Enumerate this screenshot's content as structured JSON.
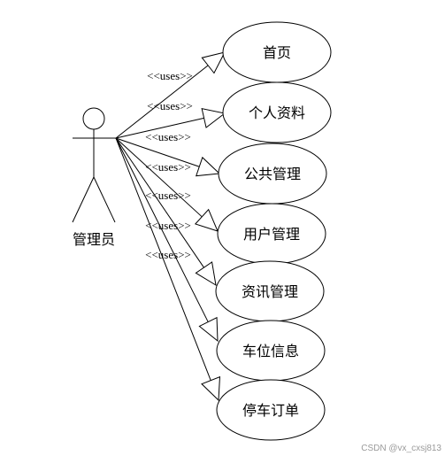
{
  "actor": {
    "label": "管理员"
  },
  "stereotype": "<<uses>>",
  "use_cases": [
    {
      "label": "首页"
    },
    {
      "label": "个人资料"
    },
    {
      "label": "公共管理"
    },
    {
      "label": "用户管理"
    },
    {
      "label": "资讯管理"
    },
    {
      "label": "车位信息"
    },
    {
      "label": "停车订单"
    }
  ],
  "watermark": "CSDN @vx_cxsj813"
}
